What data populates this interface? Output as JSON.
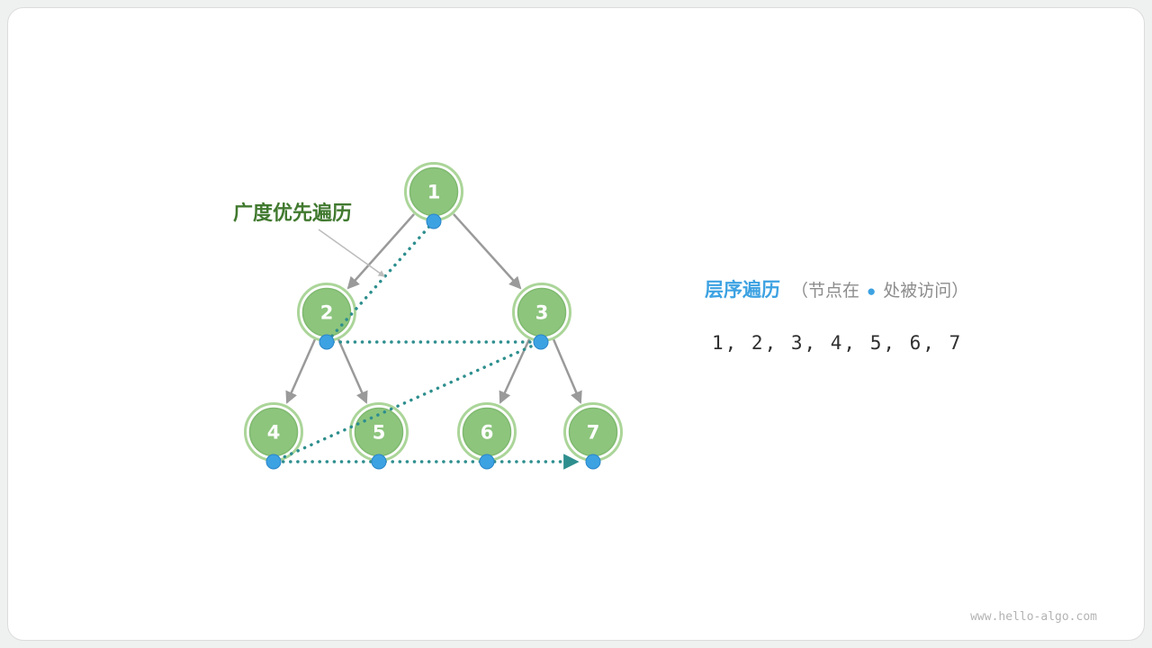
{
  "card": {
    "watermark": "www.hello-algo.com"
  },
  "diagram": {
    "annotation_label": "广度优先遍历",
    "tree": {
      "nodes": [
        {
          "label": "1"
        },
        {
          "label": "2"
        },
        {
          "label": "3"
        },
        {
          "label": "4"
        },
        {
          "label": "5"
        },
        {
          "label": "6"
        },
        {
          "label": "7"
        }
      ],
      "edges": [
        [
          "1",
          "2"
        ],
        [
          "1",
          "3"
        ],
        [
          "2",
          "4"
        ],
        [
          "2",
          "5"
        ],
        [
          "3",
          "6"
        ],
        [
          "3",
          "7"
        ]
      ],
      "visit_order": [
        "1",
        "2",
        "3",
        "4",
        "5",
        "6",
        "7"
      ]
    },
    "colors": {
      "node_fill": "#8dc57d",
      "node_ring": "#abd599",
      "tree_edge": "#9a9a9a",
      "visit_dot": "#3da2e2",
      "traversal_path": "#2e8e8e",
      "annotation_text": "#41792f",
      "legend_title": "#3da2e2"
    }
  },
  "panel": {
    "title": "层序遍历",
    "note_prefix": "（节点在",
    "note_dot": "●",
    "note_suffix": "处被访问）",
    "sequence": "1, 2, 3, 4, 5, 6, 7"
  }
}
